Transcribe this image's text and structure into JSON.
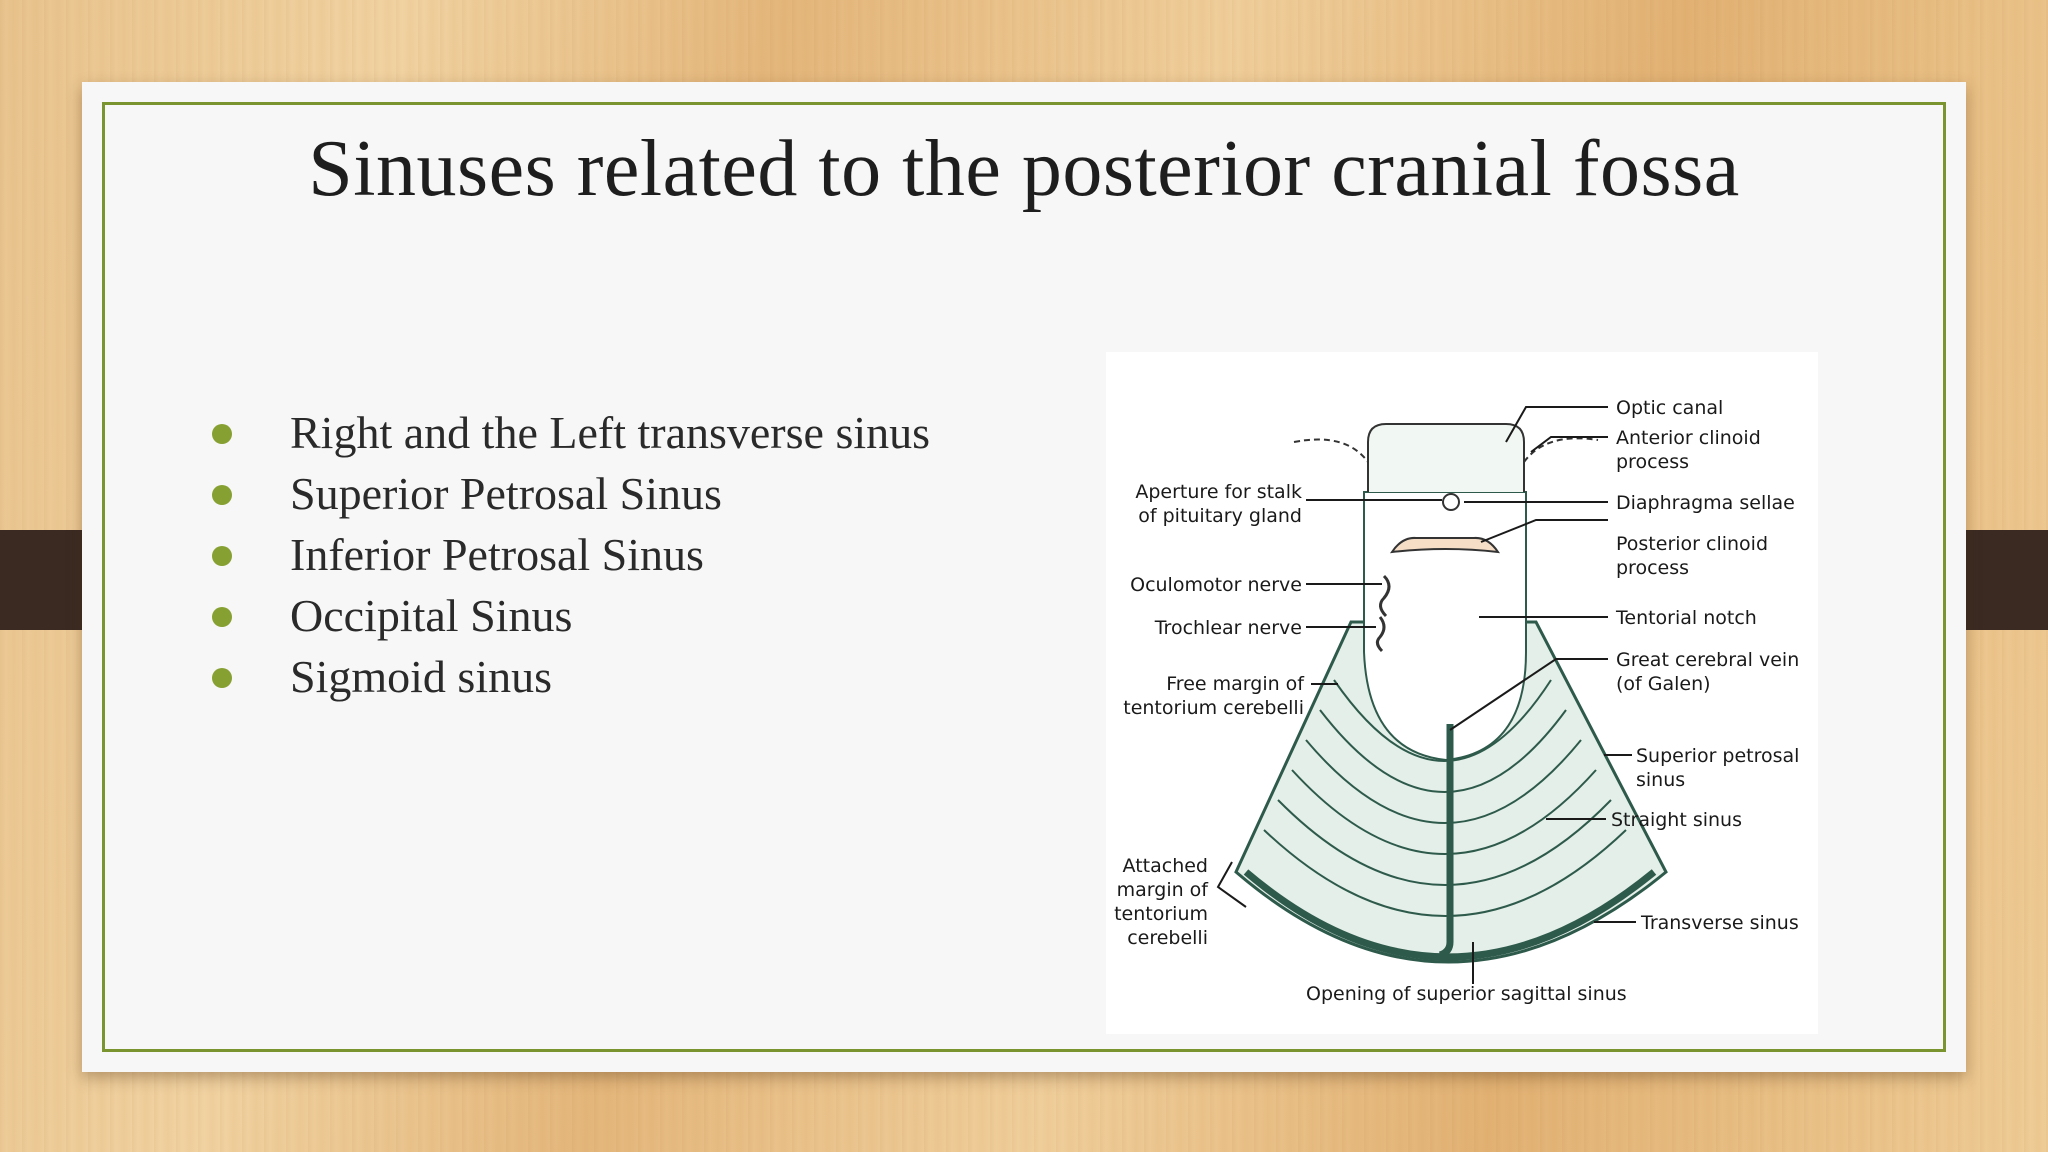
{
  "slide": {
    "title": "Sinuses related to the posterior cranial fossa",
    "bullets": [
      "Right and the Left transverse sinus",
      "Superior Petrosal Sinus",
      "Inferior Petrosal Sinus",
      "Occipital Sinus",
      "Sigmoid sinus"
    ]
  },
  "figure": {
    "labels": {
      "optic_canal": "Optic canal",
      "anterior_clinoid_1": "Anterior clinoid",
      "anterior_clinoid_2": "process",
      "diaphragma_sellae": "Diaphragma sellae",
      "posterior_clinoid_1": "Posterior clinoid",
      "posterior_clinoid_2": "process",
      "tentorial_notch": "Tentorial notch",
      "great_cerebral_vein_1": "Great cerebral vein",
      "great_cerebral_vein_2": "(of Galen)",
      "superior_petrosal_1": "Superior petrosal",
      "superior_petrosal_2": "sinus",
      "straight_sinus": "Straight sinus",
      "transverse_sinus": "Transverse sinus",
      "opening_sss": "Opening of superior sagittal sinus",
      "aperture_1": "Aperture for stalk",
      "aperture_2": "of pituitary gland",
      "oculomotor": "Oculomotor nerve",
      "trochlear": "Trochlear nerve",
      "free_margin_1": "Free margin of",
      "free_margin_2": "tentorium cerebelli",
      "attached_1": "Attached",
      "attached_2": "margin of",
      "attached_3": "tentorium",
      "attached_4": "cerebelli"
    }
  },
  "colors": {
    "accent": "#86a031",
    "frame": "#7a9430",
    "strap": "#3a2a22",
    "tentorium_fill": "#e3efe8",
    "sinus": "#2e5a4c"
  }
}
